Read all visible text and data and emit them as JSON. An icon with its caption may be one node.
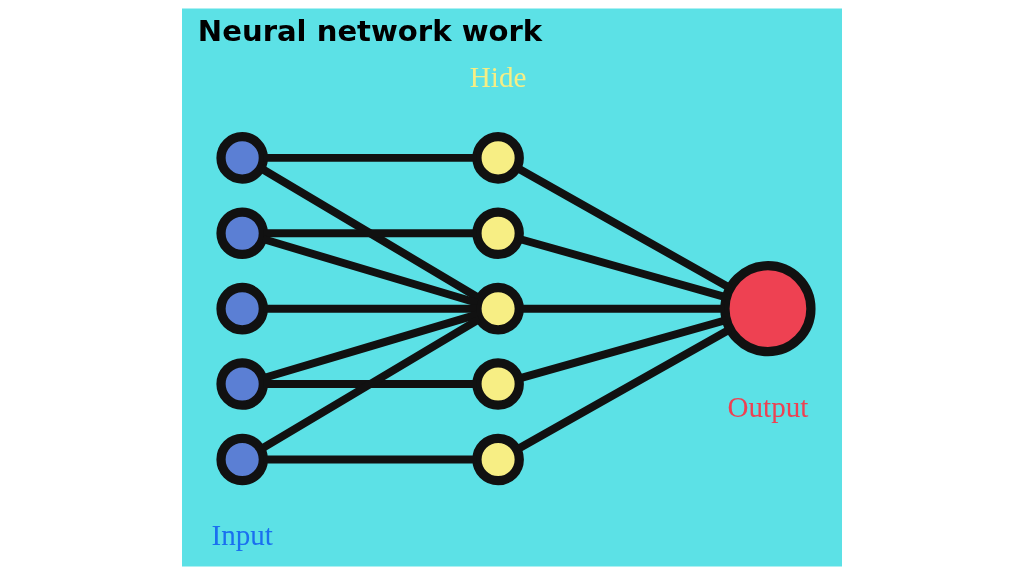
{
  "diagram": {
    "title": "Neural network work",
    "nodes": [
      {
        "text": [],
        "shape": "circle"
      },
      {
        "text": [],
        "shape": "circle"
      },
      {
        "text": [],
        "shape": "circle"
      },
      {
        "text": [],
        "shape": "circle"
      },
      {
        "text": [],
        "shape": "circle"
      },
      {
        "text": [],
        "shape": "circle"
      },
      {
        "text": [],
        "shape": "circle"
      },
      {
        "text": [],
        "shape": "circle"
      },
      {
        "text": [],
        "shape": "circle"
      },
      {
        "text": [],
        "shape": "circle"
      },
      {
        "text": [],
        "shape": "circle"
      }
    ],
    "edges": [
      {
        "from": 0,
        "to": 5,
        "arrow": "none"
      },
      {
        "from": 0,
        "to": 7,
        "arrow": "none"
      },
      {
        "from": 1,
        "to": 6,
        "arrow": "none"
      },
      {
        "from": 1,
        "to": 7,
        "arrow": "none"
      },
      {
        "from": 2,
        "to": 7,
        "arrow": "none"
      },
      {
        "from": 3,
        "to": 7,
        "arrow": "none"
      },
      {
        "from": 3,
        "to": 8,
        "arrow": "none"
      },
      {
        "from": 4,
        "to": 7,
        "arrow": "none"
      },
      {
        "from": 4,
        "to": 9,
        "arrow": "none"
      },
      {
        "from": 5,
        "to": 10,
        "arrow": "none"
      },
      {
        "from": 6,
        "to": 10,
        "arrow": "none"
      },
      {
        "from": 7,
        "to": 10,
        "arrow": "none"
      },
      {
        "from": 8,
        "to": 10,
        "arrow": "none"
      },
      {
        "from": 9,
        "to": 10,
        "arrow": "none"
      }
    ],
    "labels": [
      "Hide",
      "Input",
      "Output"
    ]
  }
}
